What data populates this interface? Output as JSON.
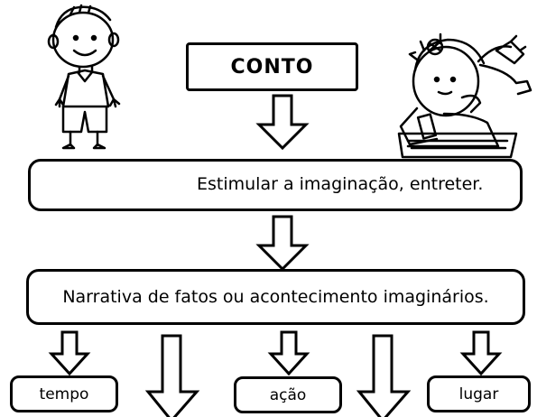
{
  "title": "CONTO",
  "purpose": "Estimular a imaginação, entreter.",
  "definition": "Narrativa de fatos ou acontecimento imaginários.",
  "elements": [
    "tempo",
    "ação",
    "lugar"
  ],
  "illustrations": [
    "cartoon-boy",
    "cartoon-girl-reading"
  ]
}
